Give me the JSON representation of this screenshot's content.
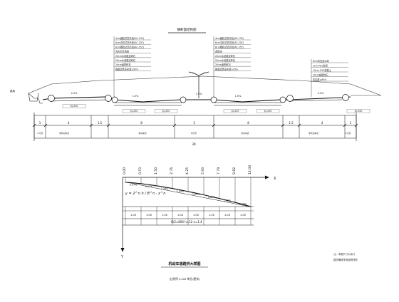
{
  "section_title": "横断面结构图",
  "top_total_dim": "30",
  "segment_widths": [
    "1",
    "4",
    "1.5",
    "8",
    "3",
    "8",
    "1.5",
    "4",
    "1"
  ],
  "side_label_left": "路肩",
  "cross_slopes": [
    "2.0%",
    "1.5%",
    "1.5%",
    "1.5%",
    "2.0%"
  ],
  "drain_labels": [
    "JQ-300",
    "JQ-250",
    "JQ-250",
    "JQ-250",
    "JQ-250",
    "JQ-300"
  ],
  "lane_labels": [
    "人行道",
    "非机动车道",
    "机动车道",
    "中分带",
    "机动车道",
    "非机动车道",
    "人行道"
  ],
  "layer_groups": [
    {
      "lines": [
        "4cm细粒式沥青砼(AC-13C)",
        "6cm中粒式沥青砼(AC-20C)",
        "8cm粗粒式沥青砼(AC-25C)",
        "乳化沥青粘层",
        "20cm水泥稳定碎石",
        "20cm水泥稳定碎石",
        "20cm级配碎石",
        "路基填筑压实度≥95%"
      ]
    },
    {
      "lines": [
        "4cm细粒式沥青砼(AC-13C)",
        "6cm中粒式沥青砼(AC-20C)",
        "8cm粗粒式沥青砼(AC-25C)",
        "透层油",
        "20cm水泥稳定碎石",
        "20cm水泥稳定碎石",
        "20cm级配碎石",
        "路基填筑压实度≥95%"
      ]
    },
    {
      "lines": [
        "6cm彩色透水砖",
        "3cm M10砂浆",
        "15cm C20混凝土",
        "15cm级配碎石",
        "压实度≥90%"
      ]
    }
  ],
  "camber": {
    "title": "机动车道路拱大样图",
    "subtitle": "(比例尺1:100 单位:厘米)",
    "axis_x": "X",
    "axis_y": "Y",
    "formula": "y = 2^n h / B^n · x^n",
    "top_values": [
      "0.00",
      "0.53",
      "1.50",
      "2.76",
      "4.25",
      "5.93",
      "7.79",
      "9.82",
      "12.00"
    ],
    "slopes": [
      "0.57%",
      "0.97%",
      "1.26%",
      "1.49%",
      "1.68%",
      "1.86%",
      "2.02%",
      "2.18%"
    ],
    "bottom_values": [
      "1.00",
      "1.00",
      "1.00",
      "1.00",
      "1.00",
      "1.00",
      "1.00",
      "1.00"
    ],
    "note": "B/2=800 h=12 n=1.4"
  },
  "notes": [
    "注：本图尺寸以米计",
    "路拱横坡采用抛物线型"
  ]
}
